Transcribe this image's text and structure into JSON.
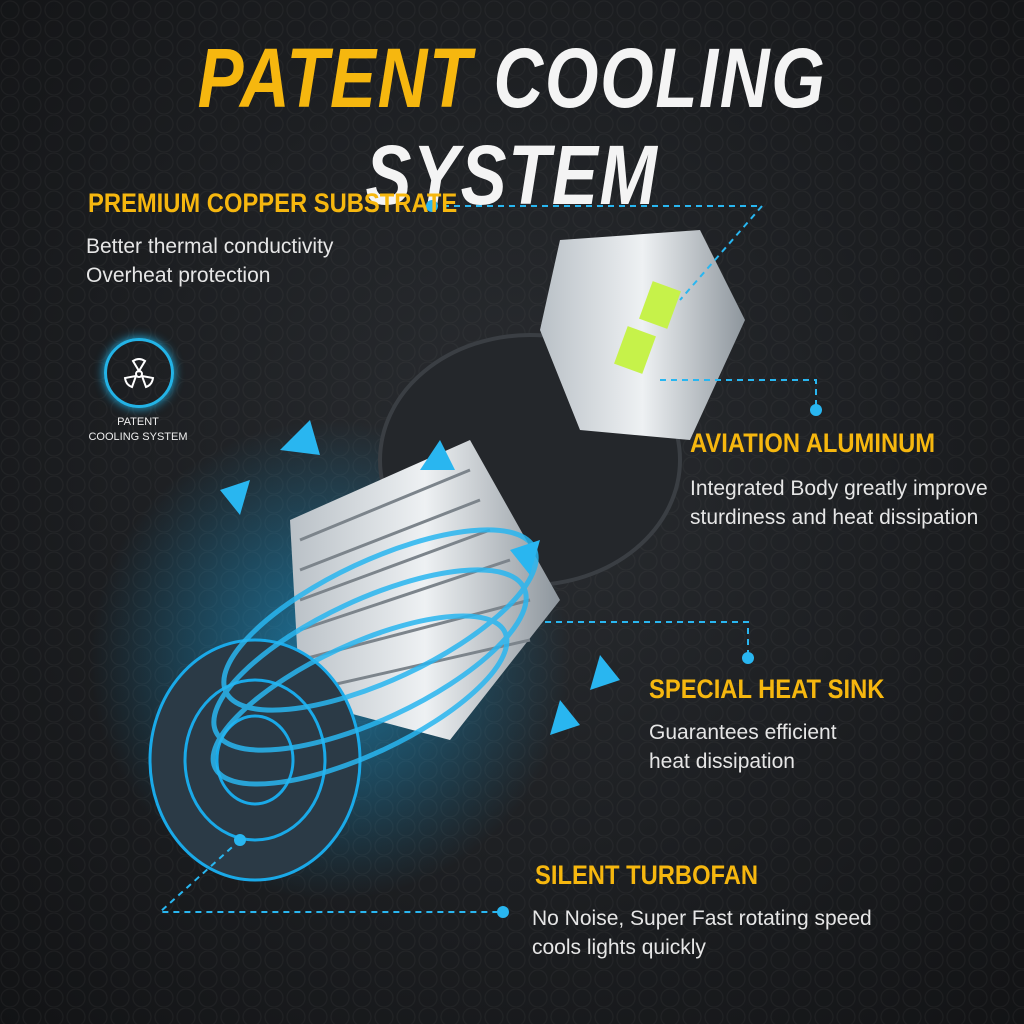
{
  "title": {
    "part1": "PATENT",
    "part2": "COOLING SYSTEM"
  },
  "badge": {
    "icon": "fan-icon",
    "line1": "PATENT",
    "line2": "COOLING SYSTEM"
  },
  "features": [
    {
      "title": "PREMIUM COPPER SUBSTRATE",
      "lines": [
        "Better thermal conductivity",
        "Overheat protection"
      ]
    },
    {
      "title": "AVIATION ALUMINUM",
      "lines": [
        "Integrated Body greatly improve",
        "sturdiness and heat dissipation"
      ]
    },
    {
      "title": "SPECIAL HEAT SINK",
      "lines": [
        "Guarantees efficient",
        "heat dissipation"
      ]
    },
    {
      "title": "SILENT TURBOFAN",
      "lines": [
        "No Noise, Super Fast rotating speed",
        "cools lights quickly"
      ]
    }
  ],
  "colors": {
    "accent": "#f6b70f",
    "cyan": "#23b3e6"
  }
}
